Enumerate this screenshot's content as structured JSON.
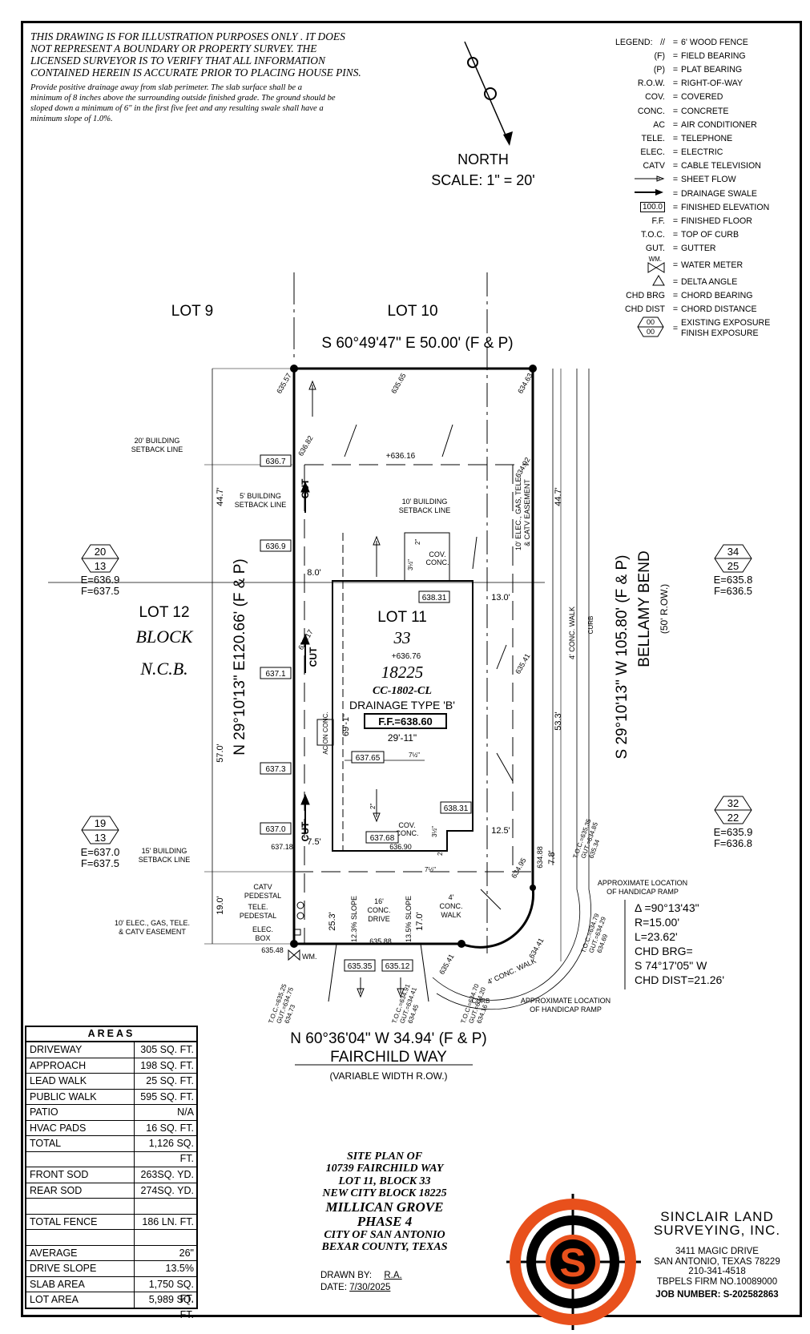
{
  "notes": {
    "caps_lines": [
      "THIS DRAWING IS FOR ILLUSTRATION PURPOSES ONLY . IT DOES",
      "NOT REPRESENT A BOUNDARY OR PROPERTY SURVEY. THE",
      "LICENSED SURVEYOR IS TO VERIFY THAT ALL INFORMATION",
      "CONTAINED HEREIN IS ACCURATE PRIOR TO PLACING HOUSE PINS."
    ],
    "drainage_lines": [
      "Provide positive drainage away from slab perimeter. The slab surface shall be a",
      "minimum of 8 inches above the surrounding outside finished grade. The ground should be",
      "sloped down a minimum of 6\" in the first five feet and any resulting swale shall have a",
      "minimum slope of 1.0%."
    ]
  },
  "north": {
    "label": "NORTH",
    "scale": "SCALE:  1\"  =  20'"
  },
  "legend": {
    "title": "LEGEND:",
    "items": [
      {
        "key": "//",
        "value": "6' WOOD FENCE"
      },
      {
        "key": "(F)",
        "value": "FIELD BEARING"
      },
      {
        "key": "(P)",
        "value": "PLAT BEARING"
      },
      {
        "key": "R.O.W.",
        "value": "RIGHT-OF-WAY"
      },
      {
        "key": "COV.",
        "value": "COVERED"
      },
      {
        "key": "CONC.",
        "value": "CONCRETE"
      },
      {
        "key": "AC",
        "value": "AIR CONDITIONER"
      },
      {
        "key": "TELE.",
        "value": "TELEPHONE"
      },
      {
        "key": "ELEC.",
        "value": "ELECTRIC"
      },
      {
        "key": "CATV",
        "value": "CABLE TELEVISION"
      },
      {
        "key": "",
        "value": "SHEET FLOW"
      },
      {
        "key": "",
        "value": "DRAINAGE SWALE"
      },
      {
        "key": "100.0",
        "value": "FINISHED ELEVATION"
      },
      {
        "key": "F.F.",
        "value": "FINISHED FLOOR"
      },
      {
        "key": "T.O.C.",
        "value": "TOP OF CURB"
      },
      {
        "key": "GUT.",
        "value": "GUTTER"
      },
      {
        "key": "WM.",
        "value": "WATER METER"
      },
      {
        "key": "",
        "value": "DELTA ANGLE"
      },
      {
        "key": "CHD BRG",
        "value": "CHORD BEARING"
      },
      {
        "key": "CHD DIST",
        "value": "CHORD DISTANCE"
      },
      {
        "key": "00/00",
        "value": "EXISTING EXPOSURE"
      },
      {
        "key": "",
        "value": "FINISH EXPOSURE"
      }
    ]
  },
  "plan": {
    "lot9": "LOT 9",
    "lot10": "LOT 10",
    "top_bearing": "S 60°49'47\" E 50.00' (F & P)",
    "left_bearing": "N 29°10'13\" E120.66' (F & P)",
    "right_bearing": "S 29°10'13\" W 105.80' (F & P)",
    "bottom_bearing": "N 60°36'04\" W 34.94' (F & P)",
    "street_bottom": "FAIRCHILD WAY",
    "street_bottom_row": "(VARIABLE WIDTH R.OW.)",
    "street_right": "BELLAMY BEND",
    "street_right_row": "(50' R.OW.)",
    "lot12": "LOT 12",
    "block": "BLOCK",
    "ncb": "N.C.B.",
    "lot11": "LOT 11",
    "block_no": "33",
    "ncb_no": "18225",
    "cc": "CC-1802-CL",
    "drainage_type": "DRAINAGE TYPE 'B'",
    "ff": "F.F.=638.60",
    "spot_center": "+636.76",
    "spot_top": "+636.16",
    "dim_29_11": "29'-11\"",
    "dim_69_1": "69'-1\"",
    "dim_8": "8.0'",
    "dim_13": "13.0'",
    "dim_12_5": "12.5'",
    "dim_7_5": "7.5'",
    "dim_44_7_left": "44.7'",
    "dim_57": "57.0'",
    "dim_19": "19.0'",
    "dim_44_7_right": "44.7'",
    "dim_53_3": "53.3'",
    "dim_7_8": "7.8'",
    "dim_25_3": "25.3'",
    "dim_17": "17.0'",
    "setback_20": [
      "20' BUILDING",
      "SETBACK LINE"
    ],
    "setback_5": [
      "5' BUILDING",
      "SETBACK LINE"
    ],
    "setback_10": [
      "10' BUILDING",
      "SETBACK LINE"
    ],
    "setback_15": [
      "15' BUILDING",
      "SETBACK LINE"
    ],
    "easement_right": [
      "10' ELEC., GAS, TELE.",
      "& CATV EASEMENT"
    ],
    "easement_left": [
      "10' ELEC., GAS, TELE.",
      "& CATV EASEMENT"
    ],
    "catv": [
      "CATV",
      "PEDESTAL"
    ],
    "tele": [
      "TELE.",
      "PEDESTAL"
    ],
    "elec": [
      "ELEC.",
      "BOX"
    ],
    "wm": "WM.",
    "cov_conc_top": [
      "COV.",
      "CONC."
    ],
    "cov_conc_bottom": [
      "COV.",
      "CONC."
    ],
    "ac_conc": "AC ON CONC.",
    "conc_drive": [
      "16'",
      "CONC.",
      "DRIVE"
    ],
    "slope_left": "12.3% SLOPE",
    "slope_right": "13.5% SLOPE",
    "conc_walk_front": [
      "4'",
      "CONC.",
      "WALK"
    ],
    "conc_walk_right": "4' CONC. WALK",
    "conc_walk_curve": "4' CONC. WALK",
    "curb": "CURB",
    "cut": "CUT",
    "handicap_top": [
      "APPROXIMATE LOCATION",
      "OF HANDICAP RAMP"
    ],
    "handicap_bottom": [
      "APPROXIMATE LOCATION",
      "OF HANDICAP RAMP"
    ],
    "curve": [
      "Δ =90°13'43\"",
      "R=15.00'",
      "L=23.62'",
      "CHD BRG=",
      "S 74°17'05\" W",
      "CHD DIST=21.26'"
    ],
    "boxed_elev": [
      "636.7",
      "636.9",
      "637.1",
      "637.3",
      "637.0",
      "637.65",
      "637.68",
      "638.31",
      "638.31",
      "635.35",
      "635.12"
    ],
    "spot_elev": [
      "635.57",
      "635.65",
      "634.63",
      "636.82",
      "634.92",
      "637.17",
      "635.41",
      "637.18",
      "636.90",
      "634.95",
      "634.88",
      "635.48",
      "635.88",
      "635.41",
      "634.41"
    ],
    "toc_groups": [
      [
        "T.O.C.=635.35",
        "GUT.=634.85",
        "635.34"
      ],
      [
        "T.O.C.=634.79",
        "GUT.=634.29",
        "634.69"
      ],
      [
        "T.O.C.=635.25",
        "GUT.=634.75",
        "634.73"
      ],
      [
        "T.O.C.=634.91",
        "GUT.=634.41",
        "634.45"
      ],
      [
        "T.O.C.=634.70",
        "GUT.=634.20",
        "634.16"
      ]
    ],
    "exposures": [
      {
        "top": "20",
        "bottom": "13",
        "e": "E=636.9",
        "f": "F=637.5"
      },
      {
        "top": "19",
        "bottom": "13",
        "e": "E=637.0",
        "f": "F=637.5"
      },
      {
        "top": "34",
        "bottom": "25",
        "e": "E=635.8",
        "f": "F=636.5"
      },
      {
        "top": "32",
        "bottom": "22",
        "e": "E=635.9",
        "f": "F=636.8"
      }
    ],
    "inch_marks": [
      "3½\"",
      "2\"",
      "7½\"",
      "2\"",
      "3½\"",
      "2\"",
      "7½\""
    ]
  },
  "areas": {
    "title": "AREAS",
    "rows": [
      {
        "label": "DRIVEWAY",
        "value": "305 SQ. FT."
      },
      {
        "label": "APPROACH",
        "value": "198 SQ. FT."
      },
      {
        "label": "LEAD WALK",
        "value": "25 SQ. FT."
      },
      {
        "label": "PUBLIC WALK",
        "value": "595 SQ. FT."
      },
      {
        "label": "PATIO",
        "value": "N/A"
      },
      {
        "label": "HVAC PADS",
        "value": "16 SQ. FT."
      },
      {
        "label": "TOTAL",
        "value": "1,126 SQ. FT."
      },
      {
        "label": "",
        "value": ""
      },
      {
        "label": "FRONT SOD",
        "value": "263SQ. YD."
      },
      {
        "label": "REAR SOD",
        "value": "274SQ. YD."
      },
      {
        "label": "",
        "value": ""
      },
      {
        "label": "TOTAL FENCE",
        "value": "186 LN. FT."
      },
      {
        "label": "",
        "value": ""
      },
      {
        "label": "AVERAGE EXPOSURE",
        "value": "26\""
      },
      {
        "label": "DRIVE SLOPE",
        "value": "13.5%"
      },
      {
        "label": "SLAB AREA",
        "value": "1,750 SQ. FT."
      },
      {
        "label": "LOT AREA",
        "value": "5,989 SQ. FT."
      }
    ]
  },
  "title_block": {
    "lines": [
      "SITE PLAN OF",
      "10739 FAIRCHILD WAY",
      "LOT 11, BLOCK 33",
      "NEW CITY BLOCK 18225",
      "MILLICAN GROVE",
      "PHASE 4",
      "CITY OF SAN ANTONIO",
      "BEXAR COUNTY, TEXAS"
    ],
    "drawn_by_label": "DRAWN BY:",
    "drawn_by": "R.A.",
    "date_label": "DATE:",
    "date": "7/30/2025"
  },
  "company": {
    "logo_letter": "S",
    "name1": "SINCLAIR LAND",
    "name2": "SURVEYING, INC.",
    "addr1": "3411 MAGIC DRIVE",
    "addr2": "SAN ANTONIO, TEXAS 78229",
    "phone": "210-341-4518",
    "firm": "TBPELS FIRM NO.10089000",
    "job": "JOB NUMBER: S-202582863"
  },
  "colors": {
    "logo_orange": "#e8501c",
    "logo_black": "#000000"
  }
}
